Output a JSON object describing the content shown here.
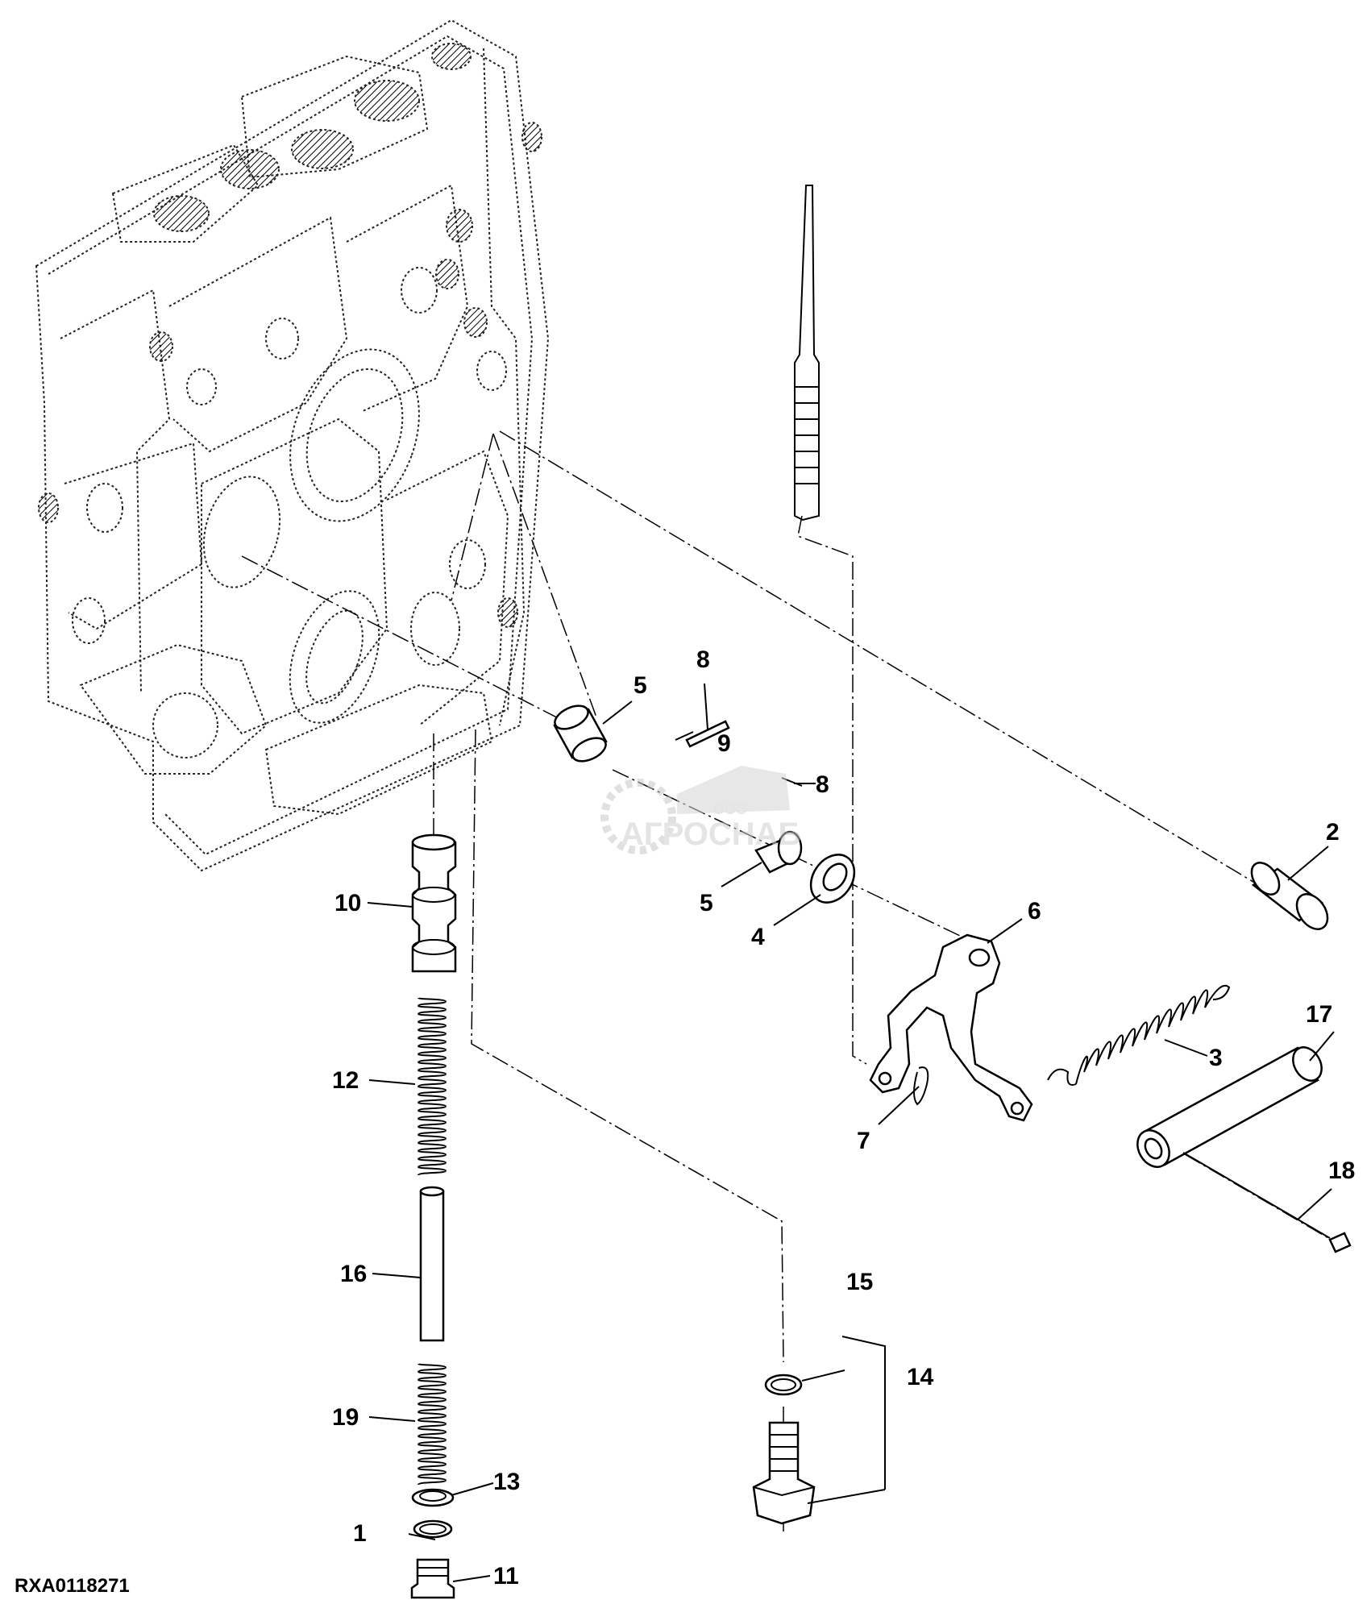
{
  "drawing_id": "RXA0118271",
  "watermark": {
    "brand": "АГРОСНАБ",
    "prefix": "ООО",
    "icon": "gear-tractor-logo-icon"
  },
  "callouts": [
    {
      "id": "c1",
      "label": "1"
    },
    {
      "id": "c2",
      "label": "2"
    },
    {
      "id": "c3",
      "label": "3"
    },
    {
      "id": "c4",
      "label": "4"
    },
    {
      "id": "c5a",
      "label": "5"
    },
    {
      "id": "c5b",
      "label": "5"
    },
    {
      "id": "c6",
      "label": "6"
    },
    {
      "id": "c7",
      "label": "7"
    },
    {
      "id": "c8a",
      "label": "8"
    },
    {
      "id": "c8b",
      "label": "8"
    },
    {
      "id": "c9",
      "label": "9"
    },
    {
      "id": "c10",
      "label": "10"
    },
    {
      "id": "c11",
      "label": "11"
    },
    {
      "id": "c12",
      "label": "12"
    },
    {
      "id": "c13",
      "label": "13"
    },
    {
      "id": "c14",
      "label": "14"
    },
    {
      "id": "c15",
      "label": "15"
    },
    {
      "id": "c16",
      "label": "16"
    },
    {
      "id": "c17",
      "label": "17"
    },
    {
      "id": "c18",
      "label": "18"
    },
    {
      "id": "c19",
      "label": "19"
    }
  ]
}
